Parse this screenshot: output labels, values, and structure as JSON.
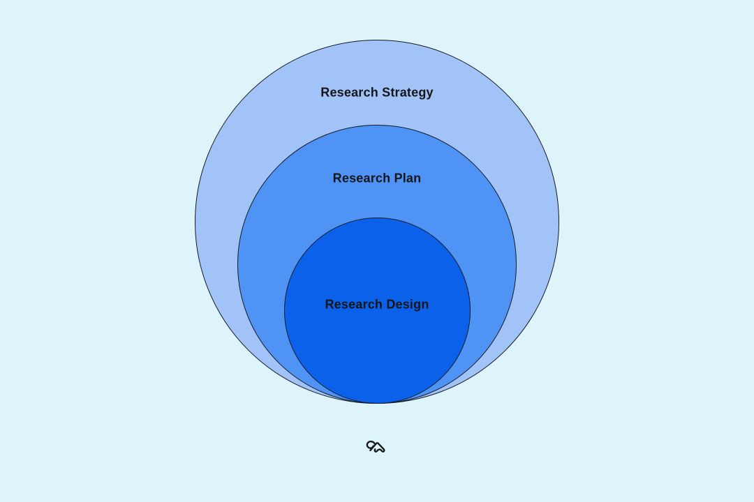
{
  "canvas": {
    "background": "#def4fb"
  },
  "diagram": {
    "type": "nested-circles",
    "outline_color": "#151a24",
    "label_color": "#14161a",
    "layers": [
      {
        "label": "Research Strategy",
        "fill": "#a2c3f7"
      },
      {
        "label": "Research Plan",
        "fill": "#4f93f5"
      },
      {
        "label": "Research Design",
        "fill": "#0b61e9"
      }
    ]
  },
  "footer": {
    "logo_icon": "scribble-mountain-logo",
    "logo_color": "#1b1b1f"
  }
}
